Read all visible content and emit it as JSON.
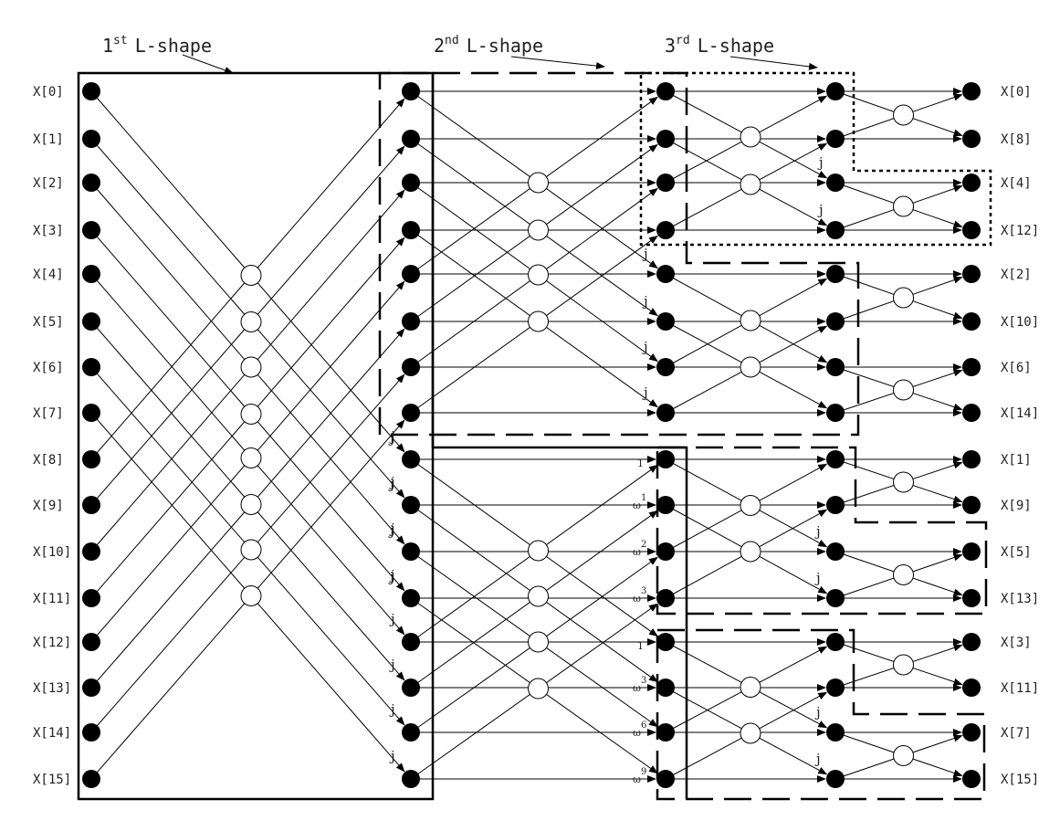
{
  "titles": [
    {
      "main": "1",
      "sup": "st",
      "rest": "L-shape"
    },
    {
      "main": "2",
      "sup": "nd",
      "rest": "L-shape"
    },
    {
      "main": "3",
      "sup": "rd",
      "rest": "L-shape"
    }
  ],
  "inputs": [
    "X[0]",
    "X[1]",
    "X[2]",
    "X[3]",
    "X[4]",
    "X[5]",
    "X[6]",
    "X[7]",
    "X[8]",
    "X[9]",
    "X[10]",
    "X[11]",
    "X[12]",
    "X[13]",
    "X[14]",
    "X[15]"
  ],
  "outputs": [
    "X[0]",
    "X[8]",
    "X[4]",
    "X[12]",
    "X[2]",
    "X[10]",
    "X[6]",
    "X[14]",
    "X[1]",
    "X[9]",
    "X[5]",
    "X[13]",
    "X[3]",
    "X[11]",
    "X[7]",
    "X[15]"
  ],
  "twiddle_j": "j",
  "twiddle_one": "1",
  "omega": "ω",
  "omega_exps_a": [
    "1",
    "2",
    "3"
  ],
  "omega_exps_b": [
    "3",
    "6",
    "9"
  ],
  "colors": {
    "line": "#1a1a1a",
    "node_fill": "#000000",
    "butterfly_fill": "#ffffff"
  }
}
